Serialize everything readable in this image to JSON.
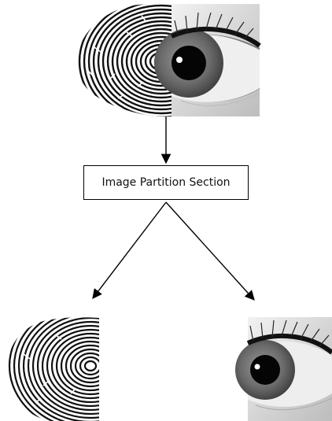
{
  "diagram": {
    "partition_box": {
      "label": "Image Partition Section"
    },
    "images": {
      "combined": "fingerprint-and-eye-image",
      "left_output": "fingerprint-image",
      "right_output": "eye-iris-image"
    },
    "colors": {
      "ink": "#000000",
      "eye_skin": "#cfcfcf",
      "iris": "#6e6e6e",
      "pupil": "#050505",
      "fingerprint_ridge": "#111111"
    }
  }
}
